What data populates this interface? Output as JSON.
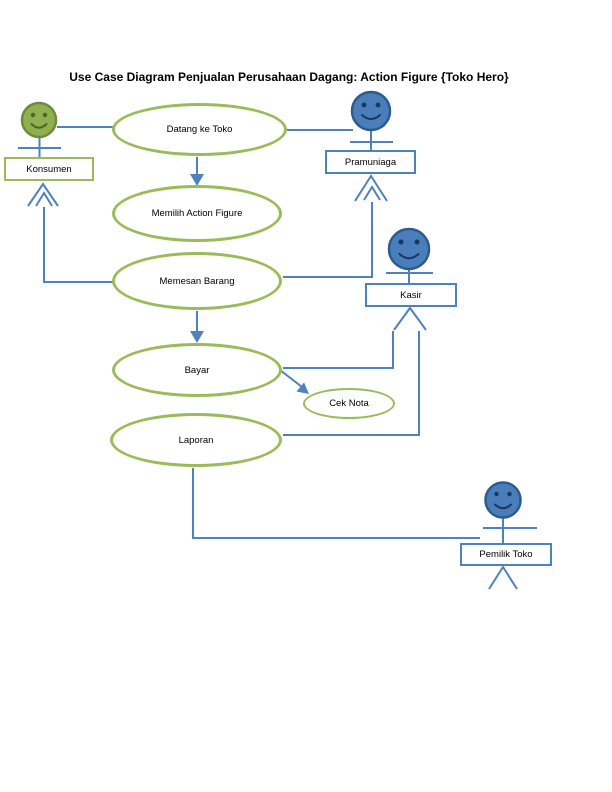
{
  "page": {
    "title": "Use Case Diagram Penjualan Perusahaan Dagang: Action Figure {Toko Hero}"
  },
  "colors": {
    "green_accent": "#9BBB59",
    "green_dark": "#6E8B3D",
    "green_head": "#8FB04E",
    "green_face": "#4F6228",
    "blue_accent": "#4F81BD",
    "blue_dark": "#2E5B8F",
    "blue_head": "#4A7EBB",
    "blue_face": "#17375E",
    "text": "#000000"
  },
  "actors": [
    {
      "id": "konsumen",
      "label": "Konsumen",
      "color": "green",
      "icon": "smiley-face-icon"
    },
    {
      "id": "pramuniaga",
      "label": "Pramuniaga",
      "color": "blue",
      "icon": "smiley-face-icon"
    },
    {
      "id": "kasir",
      "label": "Kasir",
      "color": "blue",
      "icon": "smiley-face-icon"
    },
    {
      "id": "pemilik-toko",
      "label": "Pemilik Toko",
      "color": "blue",
      "icon": "smiley-face-icon"
    }
  ],
  "use_cases": [
    {
      "id": "datang-ke-toko",
      "label": "Datang ke Toko"
    },
    {
      "id": "memilih-action-figure",
      "label": "Memilih Action Figure"
    },
    {
      "id": "memesan-barang",
      "label": "Memesan Barang"
    },
    {
      "id": "bayar",
      "label": "Bayar"
    },
    {
      "id": "cek-nota",
      "label": "Cek Nota"
    },
    {
      "id": "laporan",
      "label": "Laporan"
    }
  ],
  "relations": [
    {
      "from": "Konsumen",
      "to": "Datang ke Toko",
      "type": "line"
    },
    {
      "from": "Datang ke Toko",
      "to": "Pramuniaga",
      "type": "line"
    },
    {
      "from": "Datang ke Toko",
      "to": "Memilih Action Figure",
      "type": "arrow"
    },
    {
      "from": "Memesan Barang",
      "to": "Konsumen",
      "type": "arrow"
    },
    {
      "from": "Memesan Barang",
      "to": "Pramuniaga",
      "type": "arrow"
    },
    {
      "from": "Memesan Barang",
      "to": "Bayar",
      "type": "arrow"
    },
    {
      "from": "Bayar",
      "to": "Cek Nota",
      "type": "arrow"
    },
    {
      "from": "Bayar",
      "to": "Kasir",
      "type": "line"
    },
    {
      "from": "Laporan",
      "to": "Kasir",
      "type": "line"
    },
    {
      "from": "Laporan",
      "to": "Pemilik Toko",
      "type": "line"
    }
  ]
}
